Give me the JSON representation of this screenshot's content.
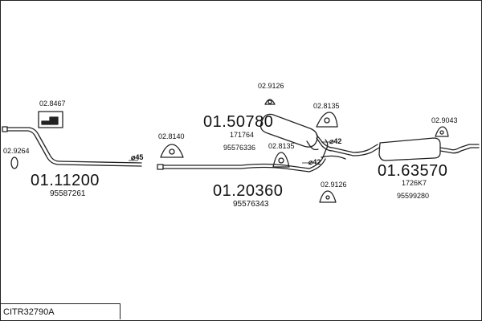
{
  "diagram_code": "CITR32790A",
  "parts": {
    "front_pipe": {
      "number": "01.11200",
      "oe": "95587261"
    },
    "middle_pipe": {
      "number": "01.20360",
      "oe": "95576343"
    },
    "center_silencer": {
      "number": "01.50780",
      "oe1": "171764",
      "oe2": "95576336"
    },
    "rear_silencer": {
      "number": "01.63570",
      "oe1": "1726K7",
      "oe2": "95599280"
    }
  },
  "accessories": {
    "kit_box": "02.8467",
    "gasket_front": "02.9264",
    "mount_a": "02.8140",
    "mount_b": "02.9126",
    "mount_c": "02.8135",
    "mount_d": "02.8135",
    "mount_e": "02.9126",
    "mount_f": "02.9043"
  },
  "diameters": {
    "d1": "⌀45",
    "d2": "⌀42",
    "d3": "⌀42"
  }
}
